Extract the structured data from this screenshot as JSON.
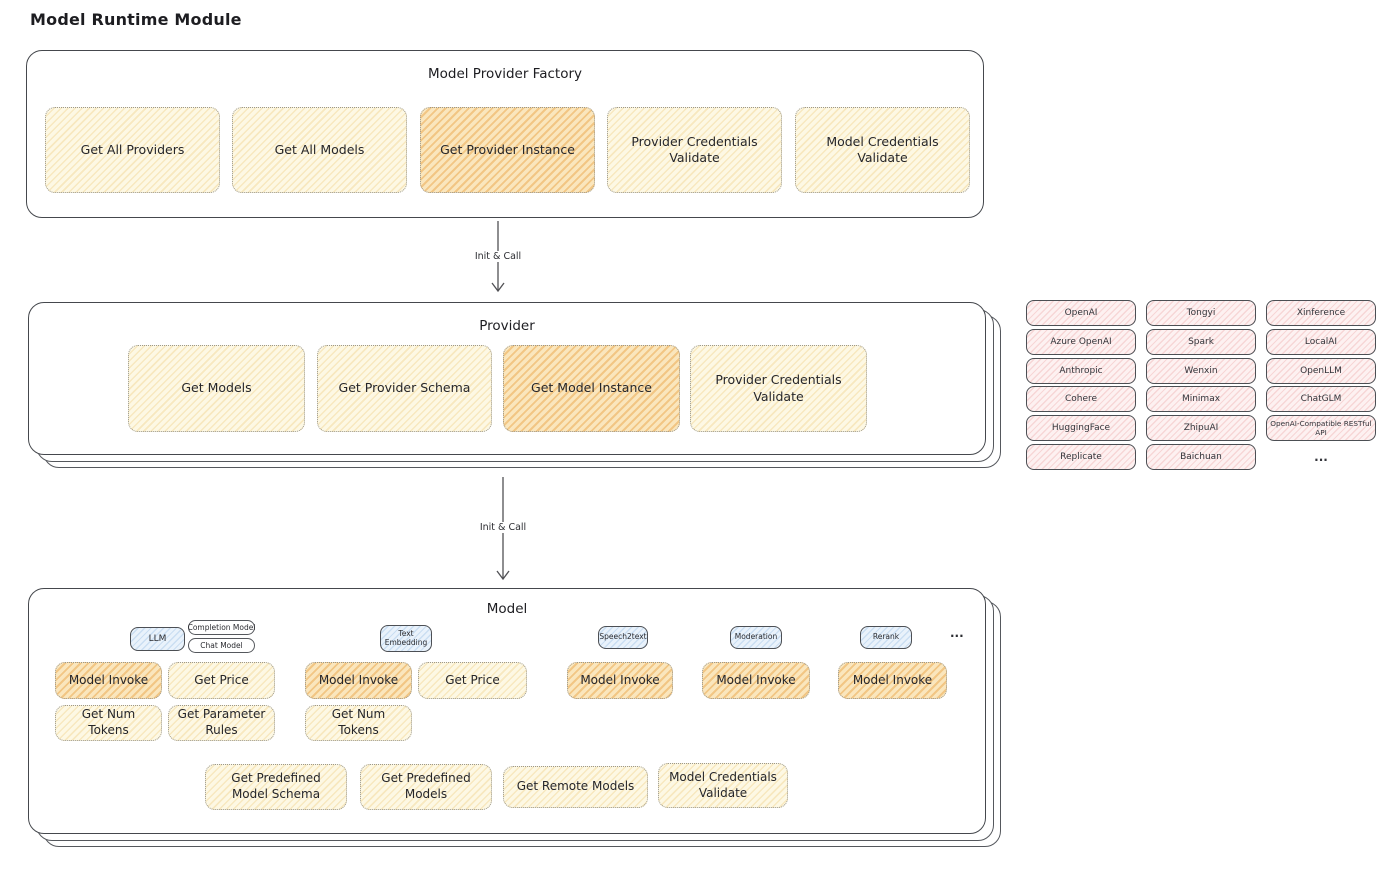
{
  "title": "Model Runtime Module",
  "colors": {
    "action_fill": "#fdf8e4",
    "action_hatch": "#e9c46a",
    "highlight_fill": "#fae6bd",
    "highlight_hatch": "#e89c34",
    "provider_pill_fill": "#fdf1f1",
    "provider_pill_hatch": "#e27676",
    "tag_fill": "#e9f2fb",
    "tag_hatch": "#79aadb",
    "stroke": "#45484d"
  },
  "factory": {
    "label": "Model Provider Factory",
    "actions": [
      "Get All Providers",
      "Get All Models",
      "Get Provider Instance",
      "Provider Credentials Validate",
      "Model Credentials Validate"
    ]
  },
  "arrows": {
    "first": "Init & Call",
    "second": "Init & Call"
  },
  "provider": {
    "label": "Provider",
    "actions": [
      "Get Models",
      "Get Provider Schema",
      "Get Model Instance",
      "Provider Credentials Validate"
    ]
  },
  "providers_list": {
    "items": [
      "OpenAI",
      "Tongyi",
      "Xinference",
      "Azure OpenAI",
      "Spark",
      "LocalAI",
      "Anthropic",
      "Wenxin",
      "OpenLLM",
      "Cohere",
      "Minimax",
      "ChatGLM",
      "HuggingFace",
      "ZhipuAI",
      "OpenAI-Compatible RESTful API",
      "Replicate",
      "Baichuan"
    ],
    "ellipsis": "..."
  },
  "model": {
    "label": "Model",
    "tags": [
      "LLM",
      "Completion Model",
      "Chat Model",
      "Text Embedding",
      "Speech2text",
      "Moderation",
      "Rerank"
    ],
    "tags_ellipsis": "...",
    "row1": [
      "Model Invoke",
      "Get Price",
      "Model Invoke",
      "Get Price",
      "Model Invoke",
      "Model Invoke",
      "Model Invoke"
    ],
    "row2": [
      "Get Num Tokens",
      "Get Parameter Rules",
      "Get Num Tokens"
    ],
    "row3": [
      "Get Predefined Model Schema",
      "Get Predefined Models",
      "Get Remote Models",
      "Model Credentials Validate"
    ]
  }
}
